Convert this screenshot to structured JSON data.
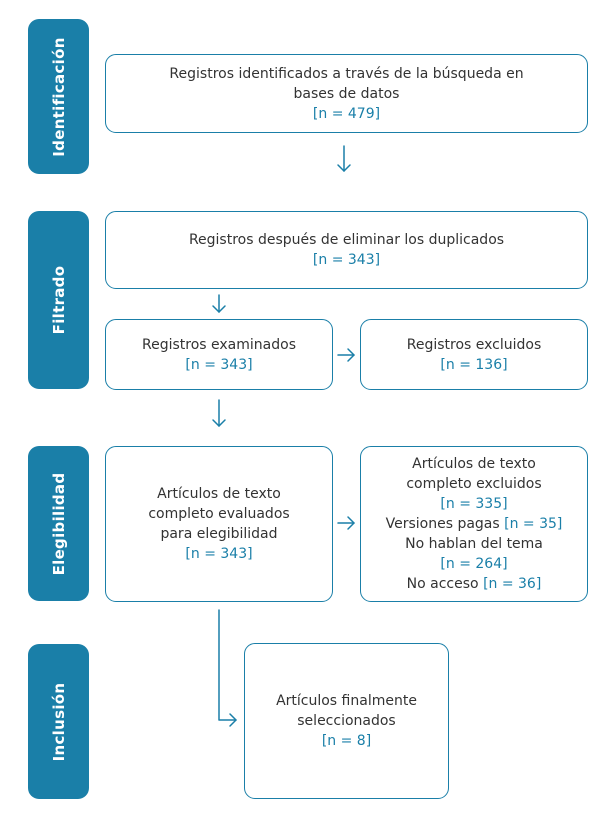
{
  "phases": {
    "identification": "Identificación",
    "screening": "Filtrado",
    "eligibility": "Elegibilidad",
    "included": "Inclusión"
  },
  "boxes": {
    "identified": {
      "line1": "Registros identificados a través de la búsqueda en",
      "line2": "bases de datos",
      "n": "[n = 479]"
    },
    "deduplicated": {
      "line1": "Registros después de eliminar los duplicados",
      "n": "[n = 343]"
    },
    "screened": {
      "line1": "Registros examinados",
      "n": "[n = 343]"
    },
    "excluded": {
      "line1": "Registros excluidos",
      "n": "[n = 136]"
    },
    "fulltext": {
      "line1": "Artículos de texto",
      "line2": "completo evaluados",
      "line3": "para elegibilidad",
      "n": "[n = 343]"
    },
    "fulltext_excluded": {
      "line1": "Artículos de texto",
      "line2": "completo excluidos",
      "n": "[n = 335]",
      "reason1_label": "Versiones pagas",
      "reason1_n": "[n = 35]",
      "reason2_label": "No hablan del tema",
      "reason2_n": "[n = 264]",
      "reason3_label": "No acceso",
      "reason3_n": "[n = 36]"
    },
    "final": {
      "line1": "Artículos finalmente",
      "line2": "seleccionados",
      "n": "[n = 8]"
    }
  },
  "colors": {
    "accent": "#1a7fa8",
    "text": "#333333",
    "background": "#ffffff"
  }
}
